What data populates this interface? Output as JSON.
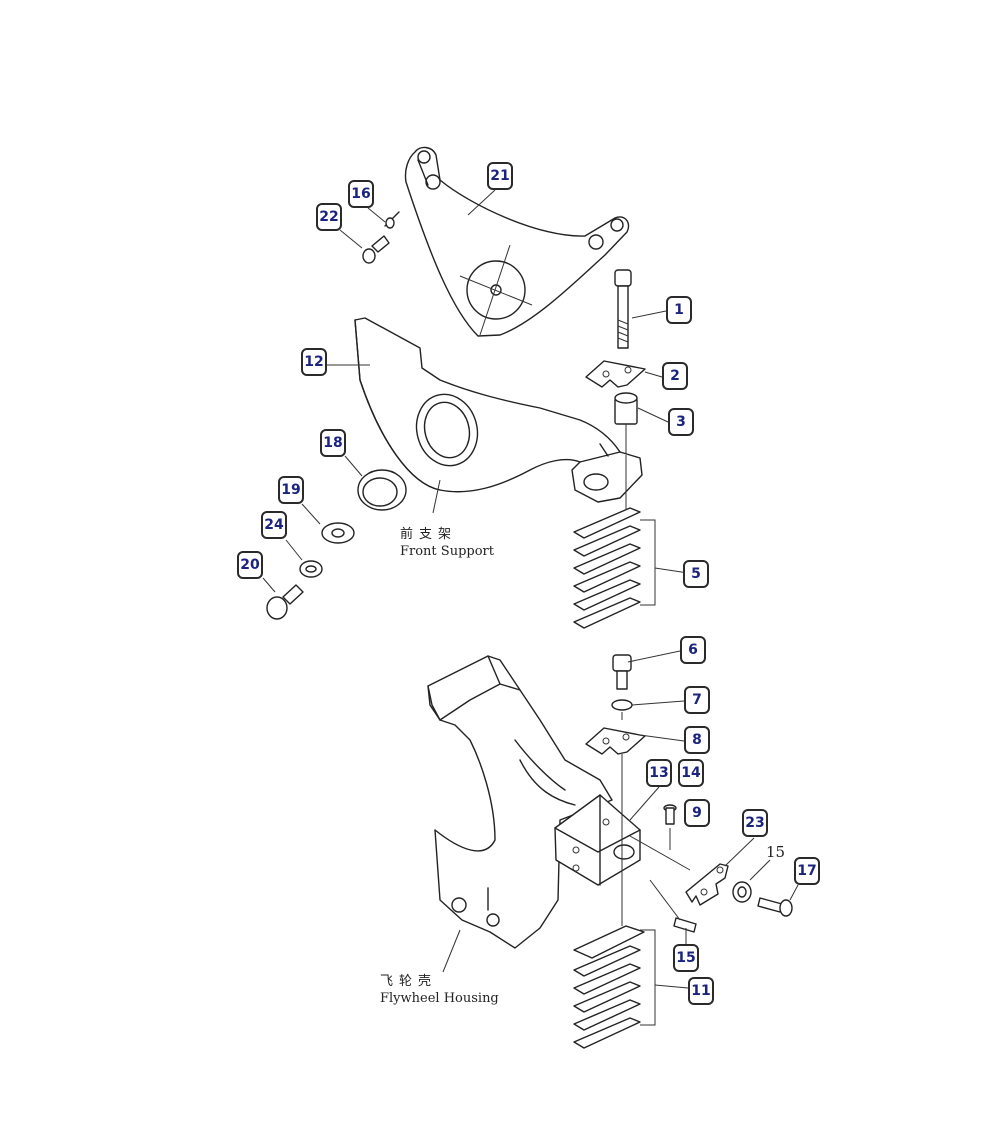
{
  "diagram": {
    "callouts": {
      "c1": "1",
      "c2": "2",
      "c3": "3",
      "c5": "5",
      "c6": "6",
      "c7": "7",
      "c8": "8",
      "c9": "9",
      "c11": "11",
      "c12": "12",
      "c13": "13",
      "c14": "14",
      "c15": "15",
      "c16": "16",
      "c17": "17",
      "c18": "18",
      "c19": "19",
      "c20": "20",
      "c21": "21",
      "c22": "22",
      "c23": "23",
      "c24": "24"
    },
    "plain_label_15": "15",
    "front_support": {
      "chinese": "前支架",
      "english": "Front Support"
    },
    "flywheel_housing": {
      "chinese": "飞轮壳",
      "english": "Flywheel Housing"
    }
  },
  "colors": {
    "callout_text": "#1a237e",
    "line": "#222222",
    "background": "#ffffff"
  }
}
